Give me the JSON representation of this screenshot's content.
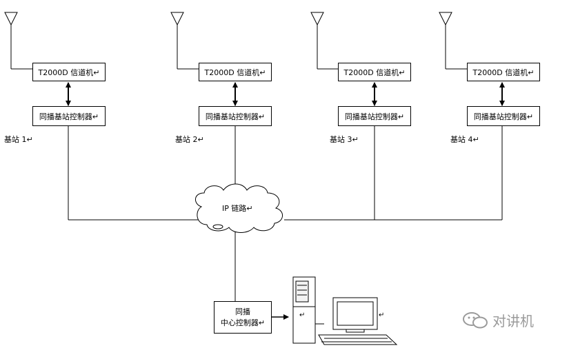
{
  "stations": [
    {
      "channel_label": "T2000D 信道机↵",
      "controller_label": "同播基站控制器↵",
      "station_label": "基站 1↵"
    },
    {
      "channel_label": "T2000D 信道机↵",
      "controller_label": "同播基站控制器↵",
      "station_label": "基站 2↵"
    },
    {
      "channel_label": "T2000D 信道机↵",
      "controller_label": "同播基站控制器↵",
      "station_label": "基站 3↵"
    },
    {
      "channel_label": "T2000D 信道机↵",
      "controller_label": "同播基站控制器↵",
      "station_label": "基站 4↵"
    }
  ],
  "network": {
    "label": "IP 链路↵"
  },
  "center": {
    "line1": "同播",
    "line2": "中心控制器↵"
  },
  "computer": {
    "mark": "↵"
  },
  "watermark": {
    "text": "对讲机"
  }
}
